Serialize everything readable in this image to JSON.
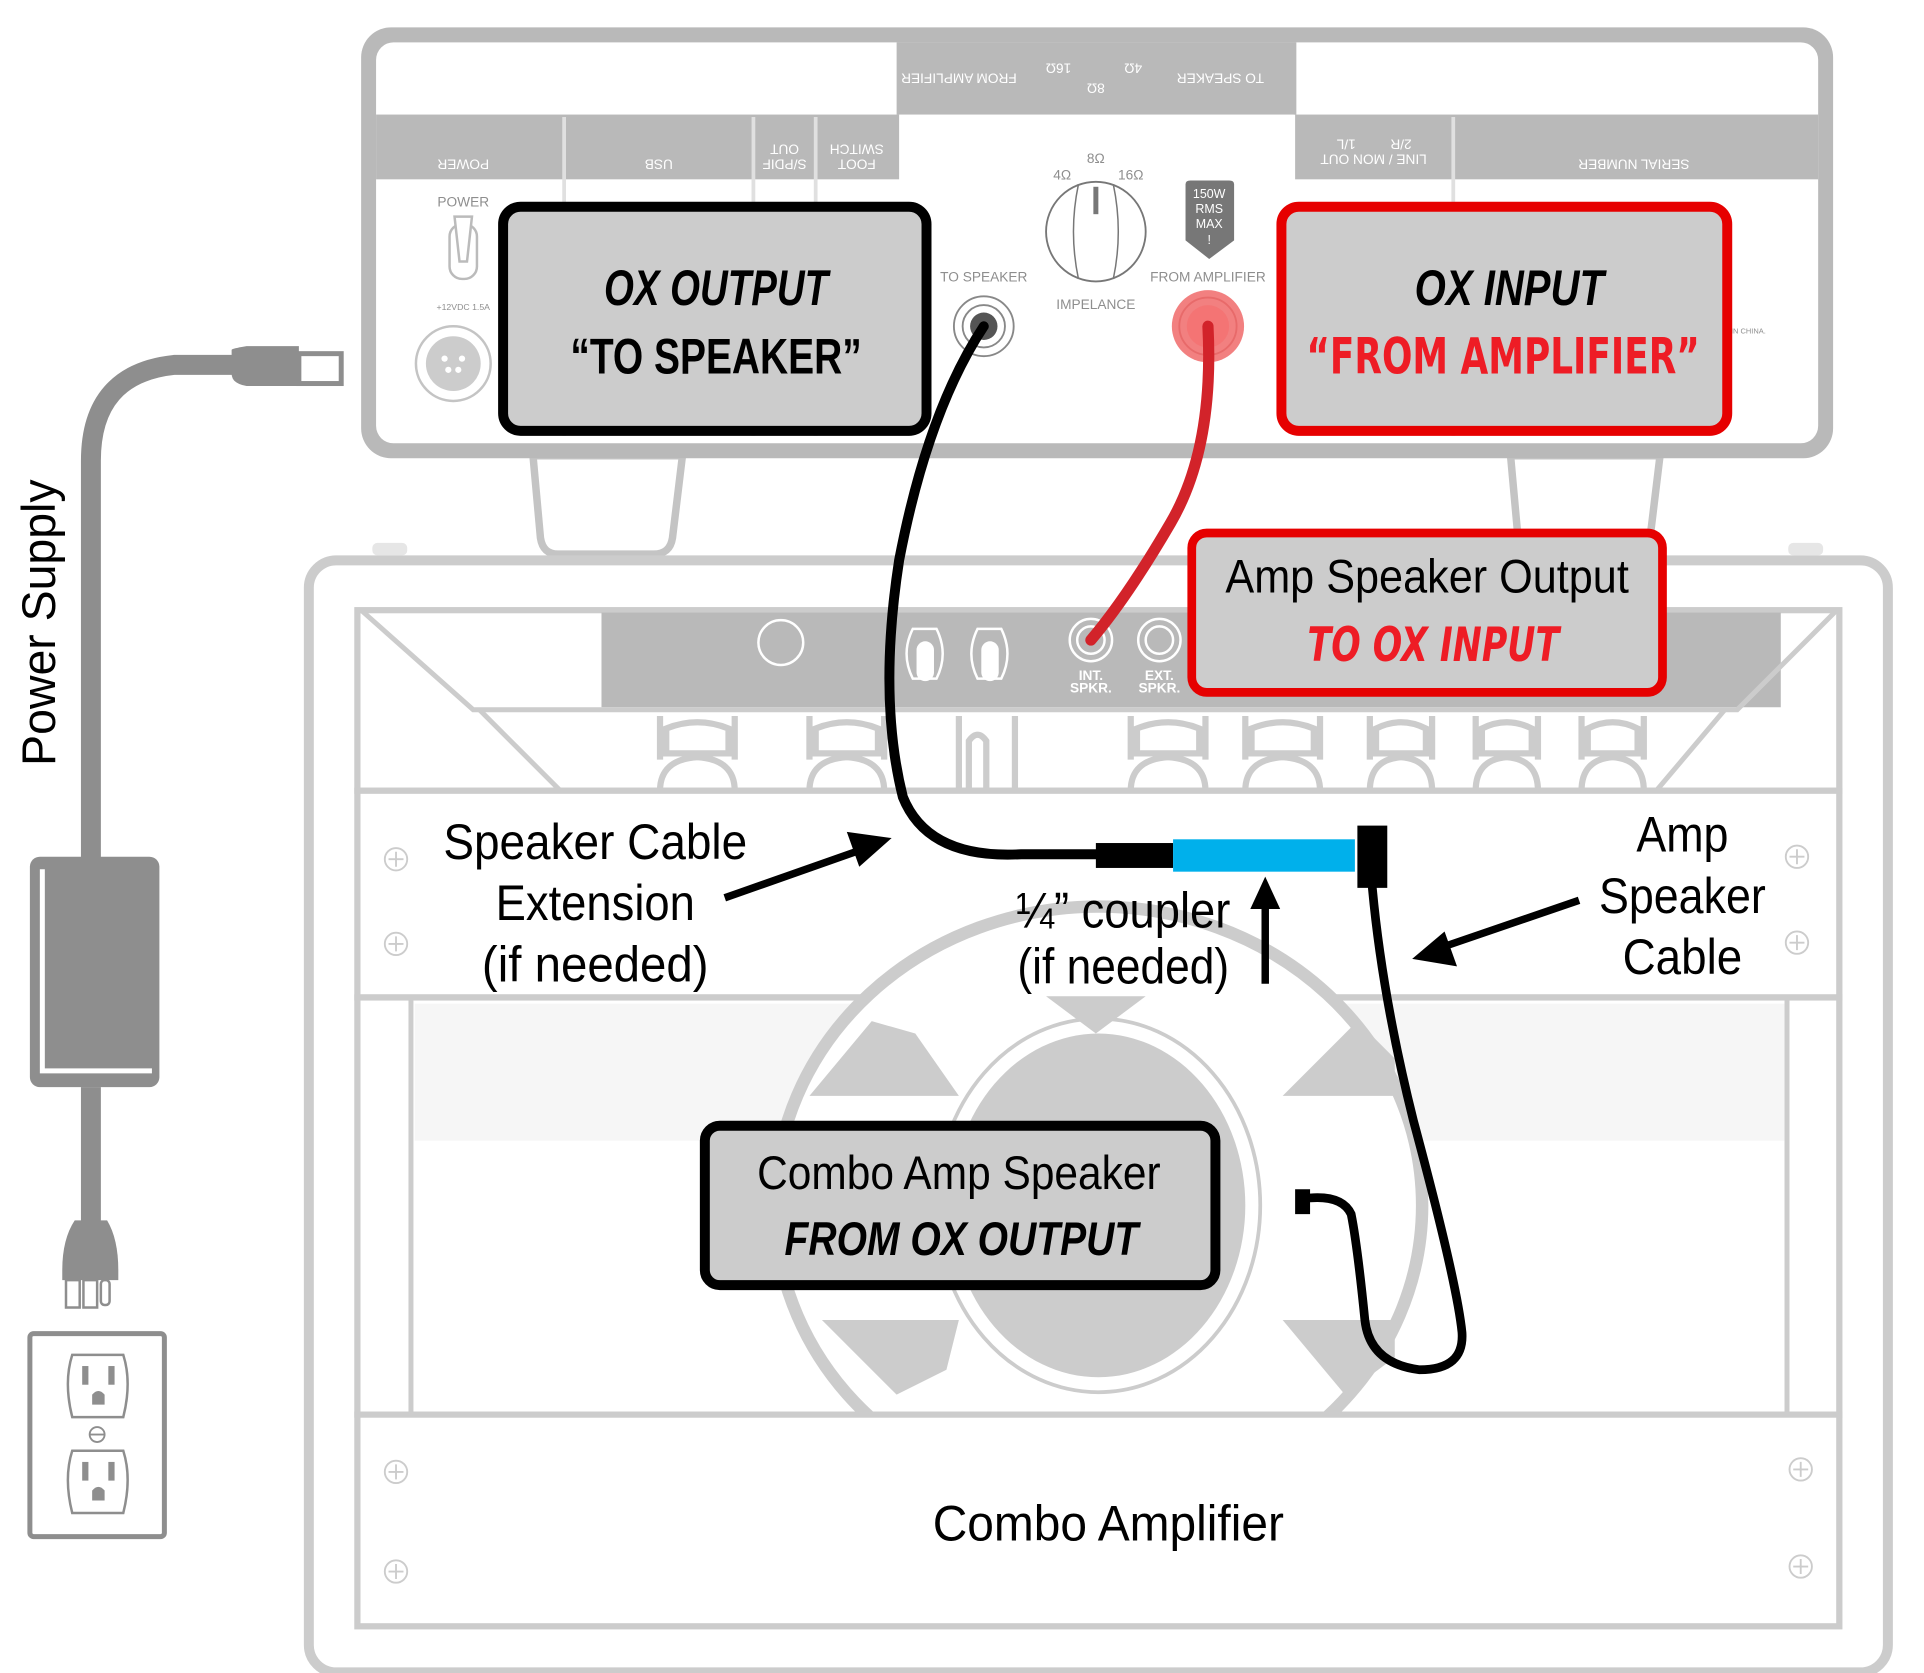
{
  "colors": {
    "panel_gray": "#b9b9b9",
    "light_gray": "#cccccc",
    "outline_gray": "#d0d0d0",
    "device_gray": "#8e8e8e",
    "callout_fill": "#cccccc",
    "callout_black": "#000000",
    "callout_red": "#e60000",
    "text_red": "#ee1c25",
    "coupler_blue": "#00b0eb",
    "jack_red": "#f28080",
    "cable_red": "#d2232a",
    "cable_black": "#000000"
  },
  "ox_unit": {
    "top_strip": {
      "to_speaker": "TO SPEAKER",
      "from_amplifier": "FROM AMPLIFIER",
      "ohm_4": "4Ω",
      "ohm_8": "8Ω",
      "ohm_16": "16Ω"
    },
    "header_labels": {
      "power": "POWER",
      "usb": "USB",
      "spdif_line1": "S/PDIF",
      "spdif_line2": "OUT",
      "footswitch_line1": "FOOT",
      "footswitch_line2": "SWITCH",
      "line_mon_line1": "LINE / MON OUT",
      "line_mon_ch1": "1/L",
      "line_mon_ch2": "2/R",
      "serial": "SERIAL NUMBER"
    },
    "panel_labels": {
      "power": "POWER",
      "dc_rating": "+12VDC 1.5A",
      "to_speaker": "TO SPEAKER",
      "impedance": "IMPELANCE",
      "from_amplifier": "FROM AMPLIFIER",
      "knob_4": "4Ω",
      "knob_8": "8Ω",
      "knob_16": "16Ω",
      "warning_line1": "150W",
      "warning_line2": "RMS",
      "warning_line3": "MAX",
      "warning_line4": "!",
      "made_in": "MADE IN CHINA."
    }
  },
  "amp": {
    "jack_int_line1": "INT.",
    "jack_int_line2": "SPKR.",
    "jack_ext_line1": "EXT.",
    "jack_ext_line2": "SPKR.",
    "name": "Combo Amplifier"
  },
  "callouts": {
    "ox_output": {
      "line1": "OX OUTPUT",
      "line2": "“TO SPEAKER”"
    },
    "ox_input": {
      "line1": "OX INPUT",
      "line2": "“FROM AMPLIFIER”"
    },
    "amp_output": {
      "line1": "Amp Speaker Output",
      "line2": "TO OX INPUT"
    },
    "combo_speaker": {
      "line1": "Combo Amp Speaker",
      "line2": "FROM OX OUTPUT"
    }
  },
  "annotations": {
    "extension": [
      "Speaker Cable",
      "Extension",
      "(if needed)"
    ],
    "coupler": [
      "¼” coupler",
      "(if needed)"
    ],
    "amp_cable": [
      "Amp",
      "Speaker",
      "Cable"
    ],
    "power_supply": "Power Supply"
  }
}
